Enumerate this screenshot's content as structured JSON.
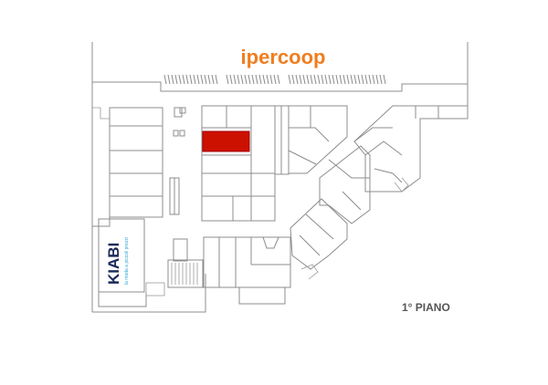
{
  "map": {
    "anchor_store": "ipercoop",
    "side_store": "KIABI",
    "side_store_tagline": "la moda a piccoli prezzi",
    "floor_label": "1° PIANO"
  },
  "colors": {
    "anchor_brand": "#f07d1f",
    "side_brand": "#1b2a5a",
    "side_tagline": "#2aa7d8",
    "highlight_store": "#cc1100",
    "walls": "#8c8c8c"
  },
  "icons": [
    "escalator-icon",
    "elevator-icon",
    "stairs-icon"
  ]
}
